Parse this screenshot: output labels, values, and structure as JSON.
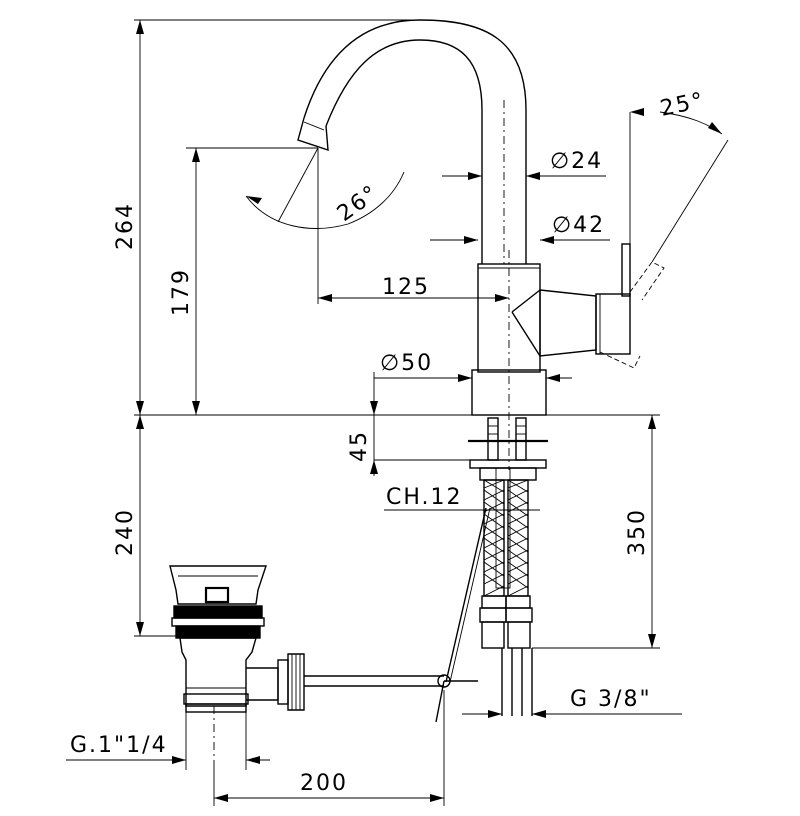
{
  "dimensions": {
    "overall_height": "264",
    "spout_height": "179",
    "spout_reach": "125",
    "spout_tube_diameter": "∅24",
    "body_diameter_upper": "∅42",
    "base_diameter": "∅50",
    "spout_tilt_angle": "26°",
    "lever_angle": "25°",
    "mount_thickness": "45",
    "hex_key": "CH.12",
    "drain_height": "240",
    "hose_length": "350",
    "drain_reach": "200",
    "drain_thread": "G.1\"1/4",
    "hose_thread": "G 3/8\""
  }
}
